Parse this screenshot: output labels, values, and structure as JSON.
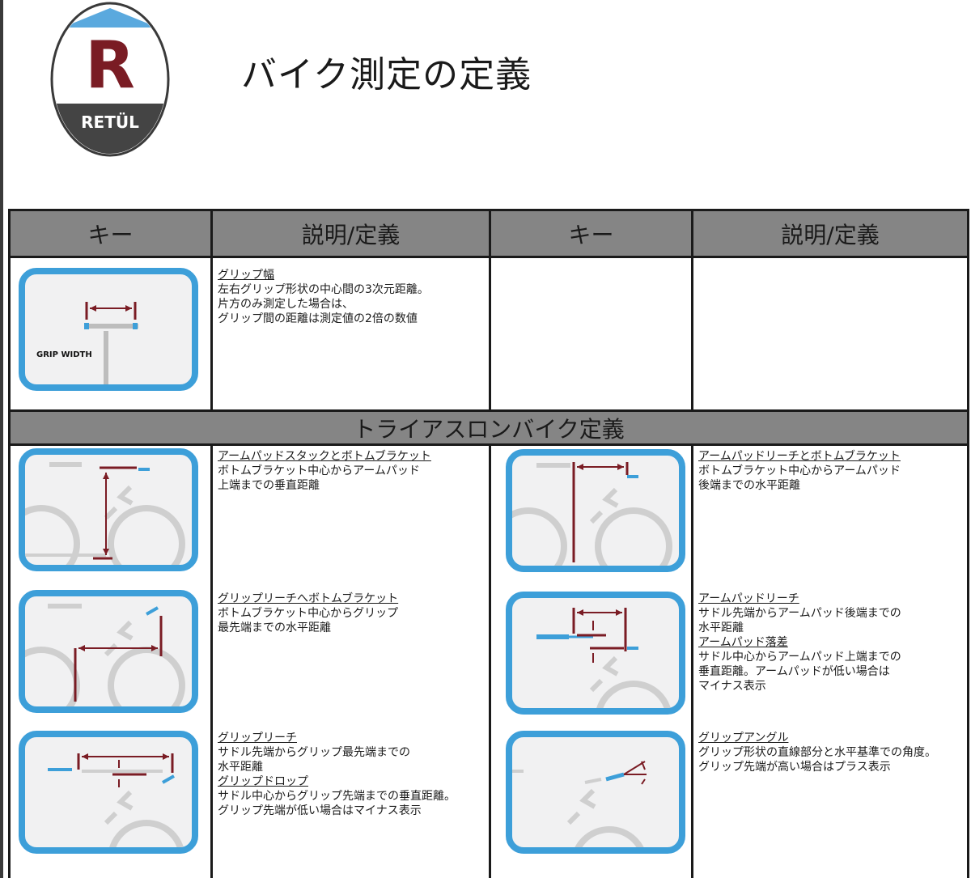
{
  "logo": {
    "letter": "R",
    "brand": "RETÜL"
  },
  "title": "バイク測定の定義",
  "colors": {
    "blue": "#3d9fd9",
    "maroon": "#7a1c24",
    "band": "#858585"
  },
  "header": {
    "key1": "キー",
    "desc1": "説明/定義",
    "key2": "キー",
    "desc2": "説明/定義"
  },
  "grip_width": {
    "card_label": "GRIP WIDTH",
    "title": "グリップ幅",
    "lines": [
      "左右グリップ形状の中心間の3次元距離。",
      "片方のみ測定した場合は、",
      "グリップ間の距離は測定値の2倍の数値"
    ]
  },
  "section": "トライアスロンバイク定義",
  "items": {
    "pad_stack": {
      "title": "アームパッドスタックとボトムブラケット",
      "lines": [
        "ボトムブラケット中心からアームパッド",
        "上端までの垂直距離"
      ]
    },
    "pad_reach_bb": {
      "title": "アームパッドリーチとボトムブラケット",
      "lines": [
        "ボトムブラケット中心からアームパッド",
        "後端までの水平距離"
      ]
    },
    "grip_reach_bb": {
      "title": "グリップリーチへボトムブラケット",
      "lines": [
        "ボトムブラケット中心からグリップ",
        "最先端までの水平距離"
      ]
    },
    "pad_reach": {
      "title": "アームパッドリーチ",
      "lines": [
        "サドル先端からアームパッド後端までの",
        "水平距離"
      ],
      "title2": "アームパッド落差",
      "lines2": [
        "サドル中心からアームパッド上端までの",
        "垂直距離。アームパッドが低い場合は",
        "マイナス表示"
      ]
    },
    "grip_reach": {
      "title": "グリップリーチ",
      "lines": [
        "サドル先端からグリップ最先端までの",
        "水平距離"
      ],
      "title2": "グリップドロップ",
      "lines2": [
        "サドル中心からグリップ先端までの垂直距離。",
        "グリップ先端が低い場合はマイナス表示"
      ]
    },
    "grip_angle": {
      "title": "グリップアングル",
      "lines": [
        "グリップ形状の直線部分と水平基準での角度。",
        "グリップ先端が高い場合はプラス表示"
      ]
    }
  }
}
